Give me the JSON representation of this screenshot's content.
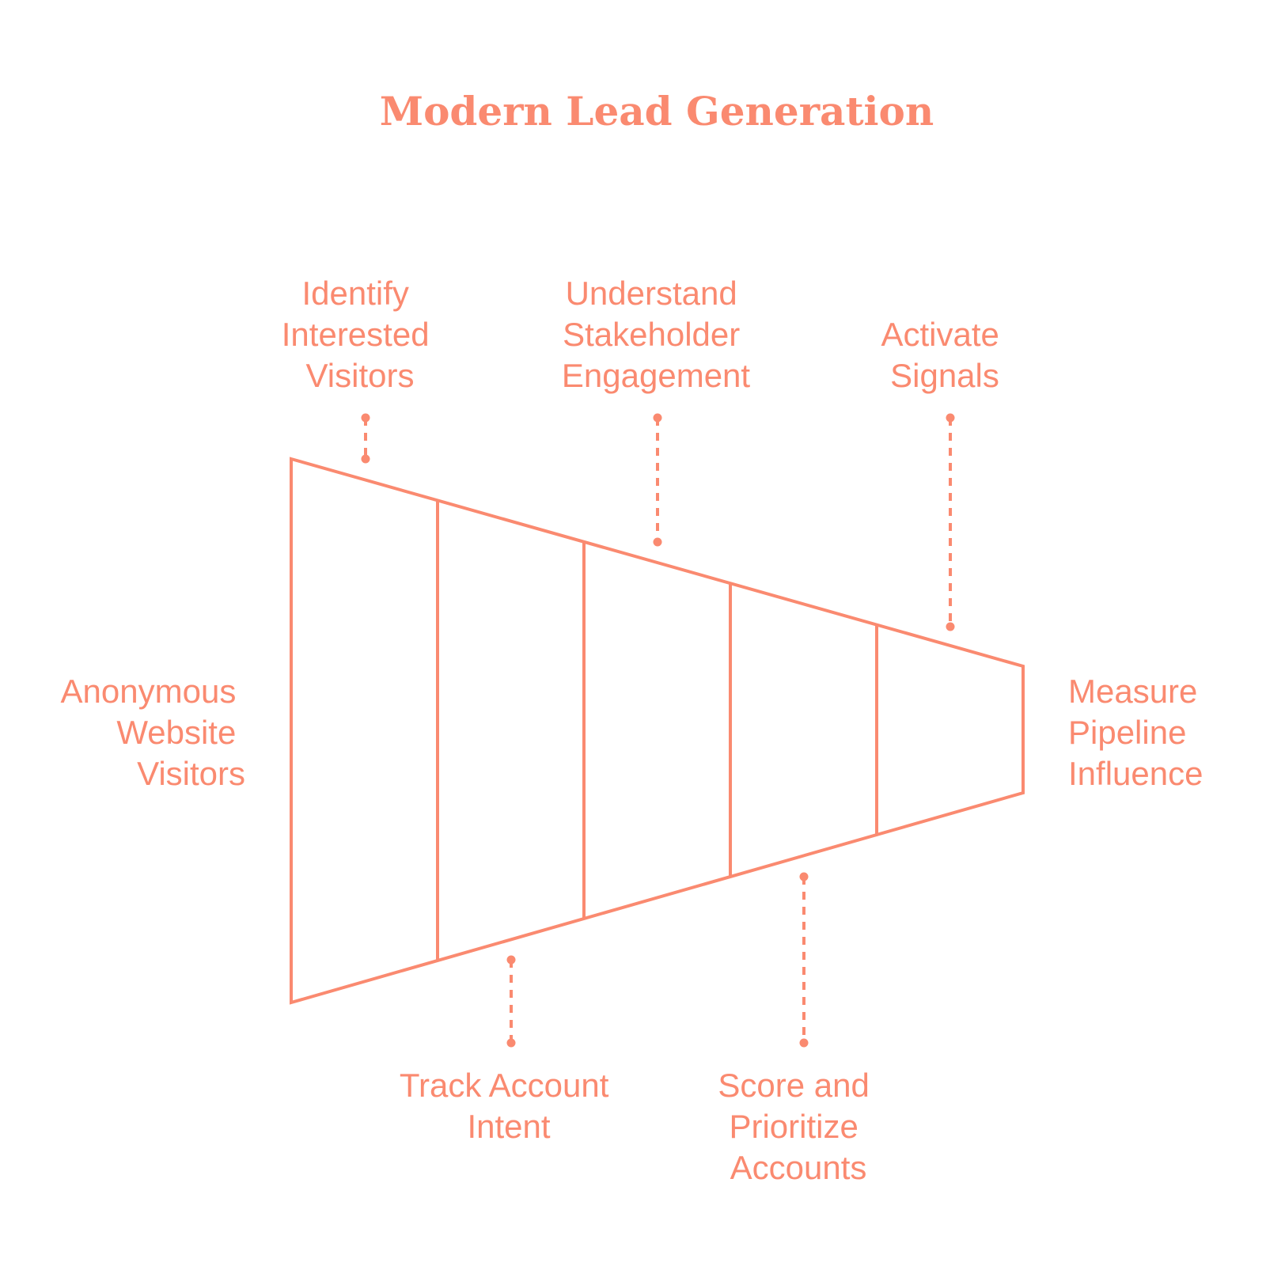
{
  "colors": {
    "accent": "#FA8A70",
    "background": "#FFFFFF"
  },
  "title": "Modern Lead Generation",
  "stages": {
    "start": {
      "lines": [
        "Anonymous",
        "Website",
        "Visitors"
      ]
    },
    "end": {
      "lines": [
        "Measure",
        "Pipeline",
        "Influence"
      ]
    }
  },
  "steps": [
    {
      "lines": [
        "Identify",
        "Interested",
        "Visitors"
      ]
    },
    {
      "lines": [
        "Track Account",
        "Intent"
      ]
    },
    {
      "lines": [
        "Understand",
        "Stakeholder",
        "Engagement"
      ]
    },
    {
      "lines": [
        "Score and",
        "Prioritize",
        "Accounts"
      ]
    },
    {
      "lines": [
        "Activate",
        "Signals"
      ]
    }
  ]
}
